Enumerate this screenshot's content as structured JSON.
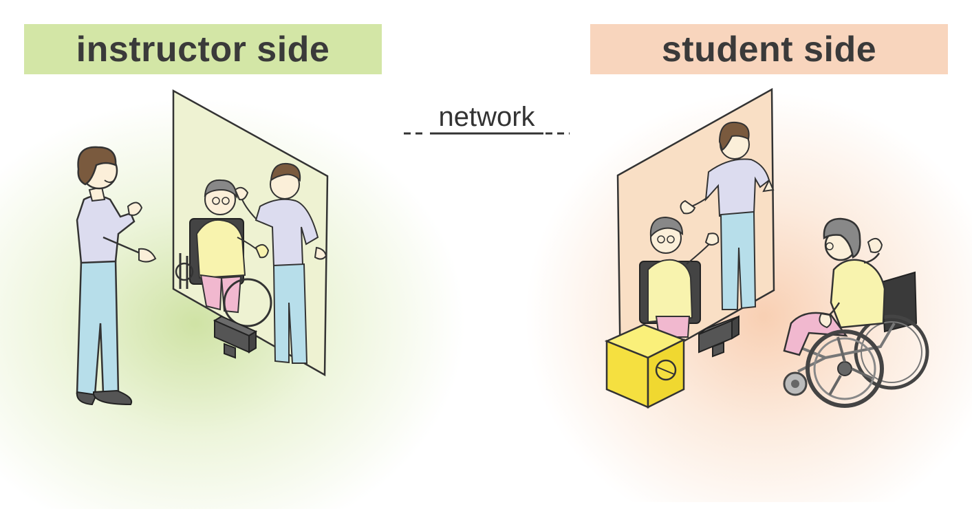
{
  "labels": {
    "left": "instructor side",
    "right": "student side",
    "link": "network"
  },
  "colors": {
    "instructor_accent": "#d3e6a6",
    "student_accent": "#f8d5bd",
    "shirt": "#dcdcef",
    "pants": "#b7deea",
    "hair": "#7a5a3e",
    "projector": "#f5e040",
    "camera": "#555555",
    "wheelchair": "#3a3a3a"
  },
  "icons": {
    "camera": "camera-icon",
    "projector": "projector-icon",
    "wheelchair": "wheelchair-icon",
    "person": "person-icon",
    "screen": "screen-icon"
  }
}
